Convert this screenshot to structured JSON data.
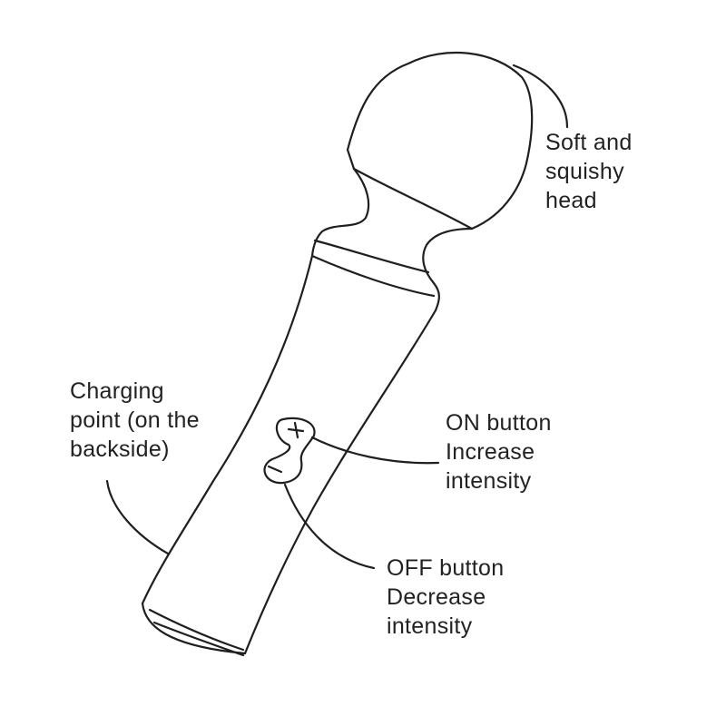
{
  "labels": {
    "head": [
      "Soft and",
      "squishy",
      "head"
    ],
    "charging": [
      "Charging",
      "point (on the",
      "backside)"
    ],
    "on_button": [
      "ON button",
      "Increase",
      "intensity"
    ],
    "off_button": [
      "OFF button",
      "Decrease",
      "intensity"
    ]
  },
  "button_symbols": {
    "plus": "+",
    "minus": "–"
  },
  "colors": {
    "line": "#1f1f1f",
    "text": "#222222",
    "background": "#ffffff"
  }
}
